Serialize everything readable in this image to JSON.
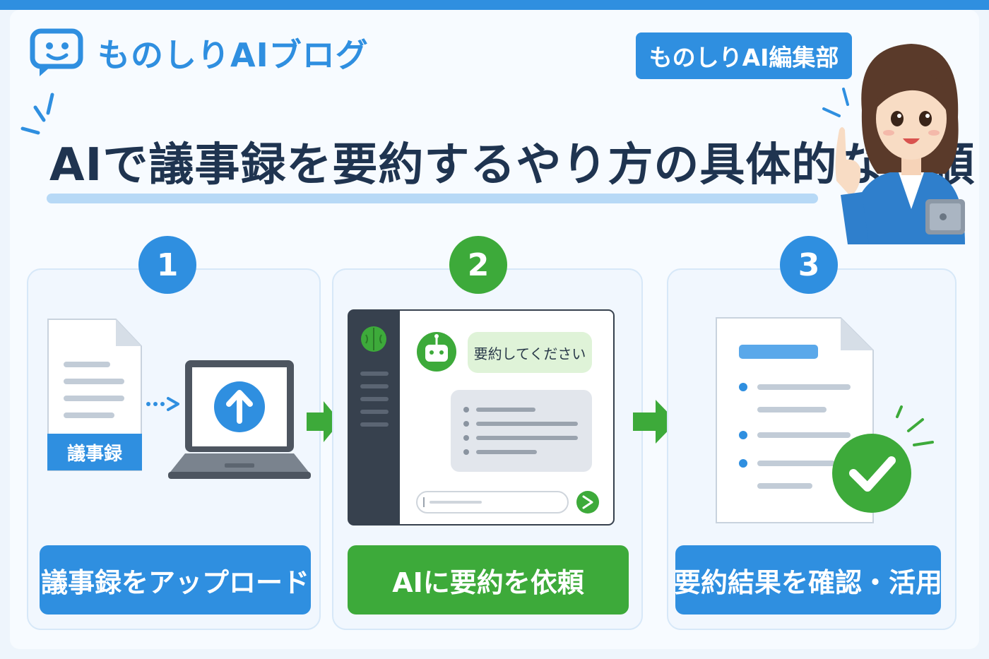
{
  "brand": {
    "name": "ものしりAIブログ",
    "icon": "chat-smile-icon"
  },
  "editor_badge": "ものしりAI編集部",
  "title": "AIで議事録を要約するやり方の具体的な手順",
  "colors": {
    "primary_blue": "#2f8fe0",
    "accent_green": "#3daa3a",
    "title_text": "#1f3450",
    "background": "#f7fbff"
  },
  "steps": [
    {
      "number": "1",
      "label": "議事録をアップロード",
      "doc_tag": "議事録",
      "icons": [
        "document-icon",
        "dotted-arrow-icon",
        "laptop-upload-icon"
      ]
    },
    {
      "number": "2",
      "label": "AIに要約を依頼",
      "chat_prompt": "要約してください",
      "icons": [
        "brain-icon",
        "robot-icon",
        "send-icon"
      ]
    },
    {
      "number": "3",
      "label": "要約結果を確認・活用",
      "icons": [
        "summary-document-icon",
        "checkmark-icon"
      ]
    }
  ],
  "connectors": [
    "arrow-right-icon",
    "arrow-right-icon"
  ],
  "illustration": "woman-pointing-with-tablet"
}
